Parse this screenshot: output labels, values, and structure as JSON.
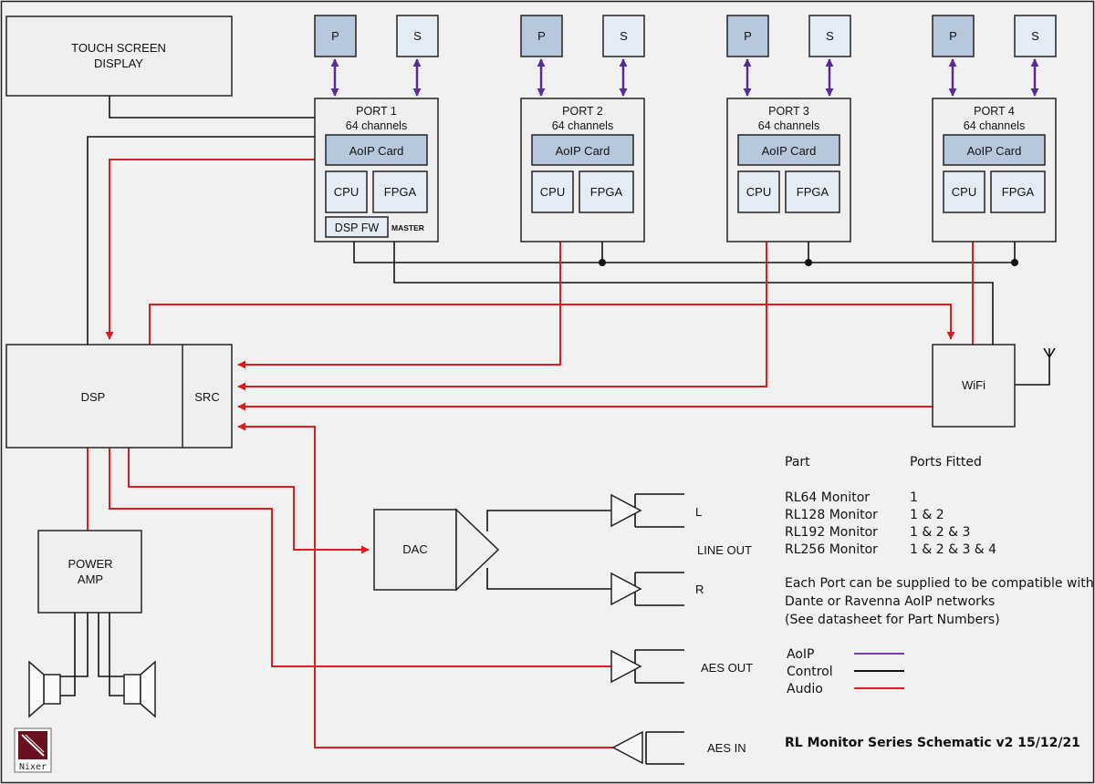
{
  "blocks": {
    "touch_screen": [
      "TOUCH SCREEN",
      "DISPLAY"
    ],
    "dsp": "DSP",
    "src": "SRC",
    "wifi": "WiFi",
    "power_amp": [
      "POWER",
      "AMP"
    ],
    "dac": "DAC",
    "master": "MASTER",
    "dsp_fw": "DSP FW"
  },
  "ports": [
    {
      "title": "PORT 1",
      "channels": "64 channels",
      "p": "P",
      "s": "S",
      "aoip": "AoIP Card",
      "cpu": "CPU",
      "fpga": "FPGA"
    },
    {
      "title": "PORT 2",
      "channels": "64 channels",
      "p": "P",
      "s": "S",
      "aoip": "AoIP Card",
      "cpu": "CPU",
      "fpga": "FPGA"
    },
    {
      "title": "PORT 3",
      "channels": "64 channels",
      "p": "P",
      "s": "S",
      "aoip": "AoIP Card",
      "cpu": "CPU",
      "fpga": "FPGA"
    },
    {
      "title": "PORT 4",
      "channels": "64 channels",
      "p": "P",
      "s": "S",
      "aoip": "AoIP Card",
      "cpu": "CPU",
      "fpga": "FPGA"
    }
  ],
  "outputs": {
    "l": "L",
    "r": "R",
    "line_out": "LINE OUT",
    "aes_out": "AES OUT",
    "aes_in": "AES IN"
  },
  "parts_table": {
    "header_part": "Part",
    "header_ports": "Ports Fitted",
    "rows": [
      {
        "part": "RL64 Monitor",
        "ports": "1"
      },
      {
        "part": "RL128 Monitor",
        "ports": "1 & 2"
      },
      {
        "part": "RL192 Monitor",
        "ports": "1 & 2 & 3"
      },
      {
        "part": "RL256 Monitor",
        "ports": "1 & 2 & 3 & 4"
      }
    ]
  },
  "notes": [
    "Each Port can be supplied to be compatible with",
    "Dante or Ravenna AoIP networks",
    "(See datasheet for Part Numbers)"
  ],
  "legend": [
    {
      "label": "AoIP",
      "color": "#7a3fa6"
    },
    {
      "label": "Control",
      "color": "#111111"
    },
    {
      "label": "Audio",
      "color": "#d62020"
    }
  ],
  "footer_title": "RL Monitor Series Schematic v2 15/12/21",
  "logo_text": "Nixer",
  "colors": {
    "audio": "#d62020",
    "aoip": "#5b2a96",
    "control": "#111111",
    "block_fill": "#efefef",
    "card_fill": "#b8c8dc",
    "chip_fill": "#e4ecf6"
  }
}
